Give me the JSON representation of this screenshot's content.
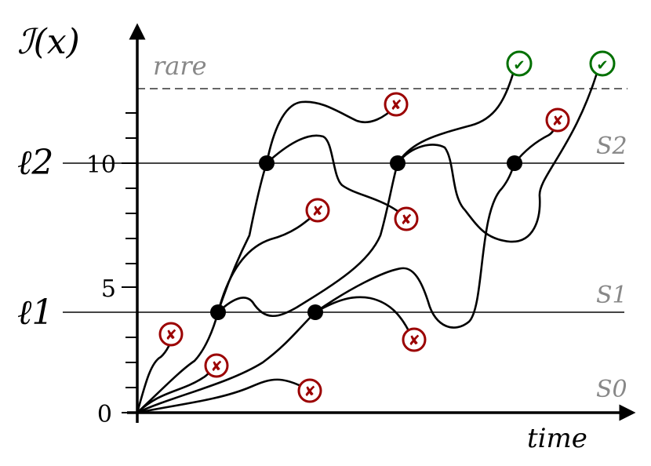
{
  "axis": {
    "ylabel": "ℐ(x)",
    "xlabel": "time",
    "ticks": [
      {
        "label": "0",
        "value": 0
      },
      {
        "label": "5",
        "value": 5
      },
      {
        "label": "10",
        "value": 10
      }
    ]
  },
  "threshold": {
    "label": "rare"
  },
  "levels": [
    {
      "name": "ℓ2",
      "surface": "S2",
      "value": 10
    },
    {
      "name": "ℓ1",
      "surface": "S1",
      "value": 4
    },
    {
      "name": "",
      "surface": "S0",
      "value": 0
    }
  ],
  "markers": {
    "fail_symbol": "✘",
    "success_symbol": "✔",
    "fail_color": "#9b0000",
    "success_color": "#007000",
    "branch_color": "#000000"
  }
}
